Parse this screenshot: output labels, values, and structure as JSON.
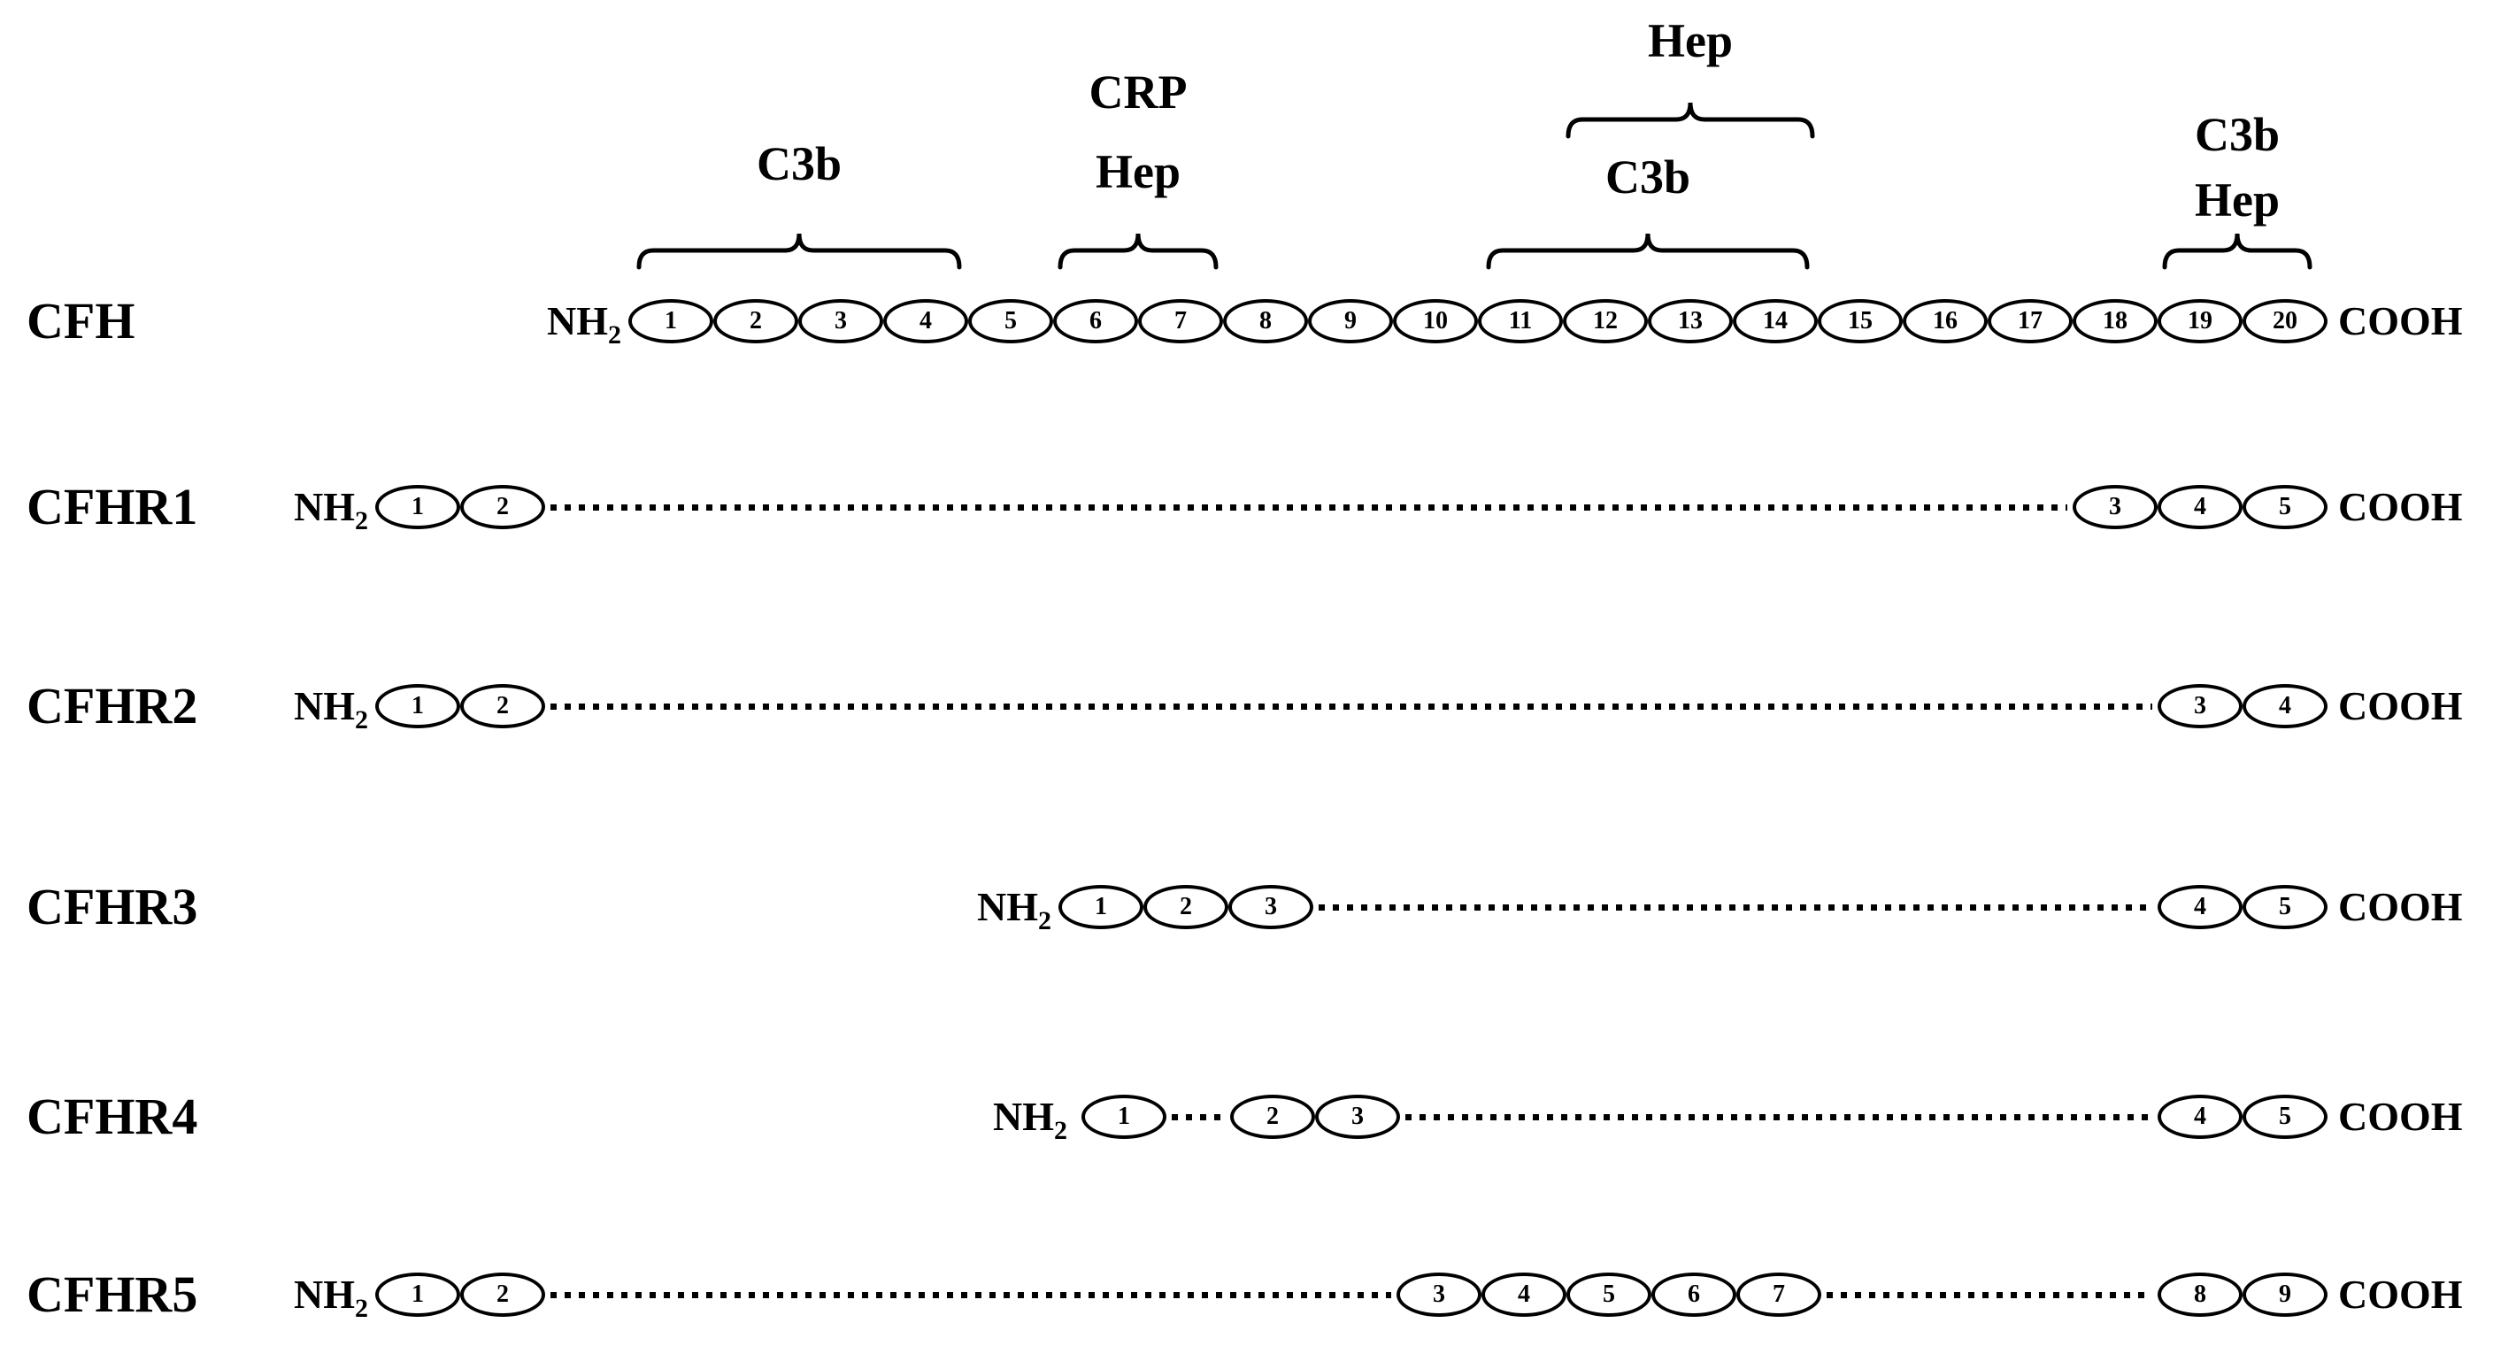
{
  "figure": {
    "description": "Schematic domain organization of complement factor H family proteins",
    "ink": "#000000",
    "background": "#ffffff"
  },
  "terminals": {
    "amino": "NH",
    "amino_sub": "2",
    "carboxyl": "COOH"
  },
  "annotations": [
    {
      "id": "c3b-site-n-terminal",
      "lines": [
        "C3b"
      ]
    },
    {
      "id": "crp-hep-site",
      "lines": [
        "CRP",
        "Hep"
      ]
    },
    {
      "id": "hep-site-mid",
      "lines": [
        "Hep"
      ]
    },
    {
      "id": "c3b-site-mid",
      "lines": [
        "C3b"
      ]
    },
    {
      "id": "c3b-hep-site-c-terminal",
      "lines": [
        "C3b",
        "Hep"
      ]
    }
  ],
  "rows": [
    {
      "label": "CFH",
      "groups": [
        [
          1,
          2,
          3,
          4,
          5,
          6,
          7,
          8,
          9,
          10,
          11,
          12,
          13,
          14,
          15,
          16,
          17,
          18,
          19,
          20
        ]
      ]
    },
    {
      "label": "CFHR1",
      "groups": [
        [
          1,
          2
        ],
        [
          3,
          4,
          5
        ]
      ]
    },
    {
      "label": "CFHR2",
      "groups": [
        [
          1,
          2
        ],
        [
          3,
          4
        ]
      ]
    },
    {
      "label": "CFHR3",
      "groups": [
        [
          1,
          2,
          3
        ],
        [
          4,
          5
        ]
      ]
    },
    {
      "label": "CFHR4",
      "groups": [
        [
          1
        ],
        [
          2,
          3
        ],
        [
          4,
          5
        ]
      ]
    },
    {
      "label": "CFHR5",
      "groups": [
        [
          1,
          2
        ],
        [
          3,
          4,
          5,
          6,
          7
        ],
        [
          8,
          9
        ]
      ]
    }
  ]
}
